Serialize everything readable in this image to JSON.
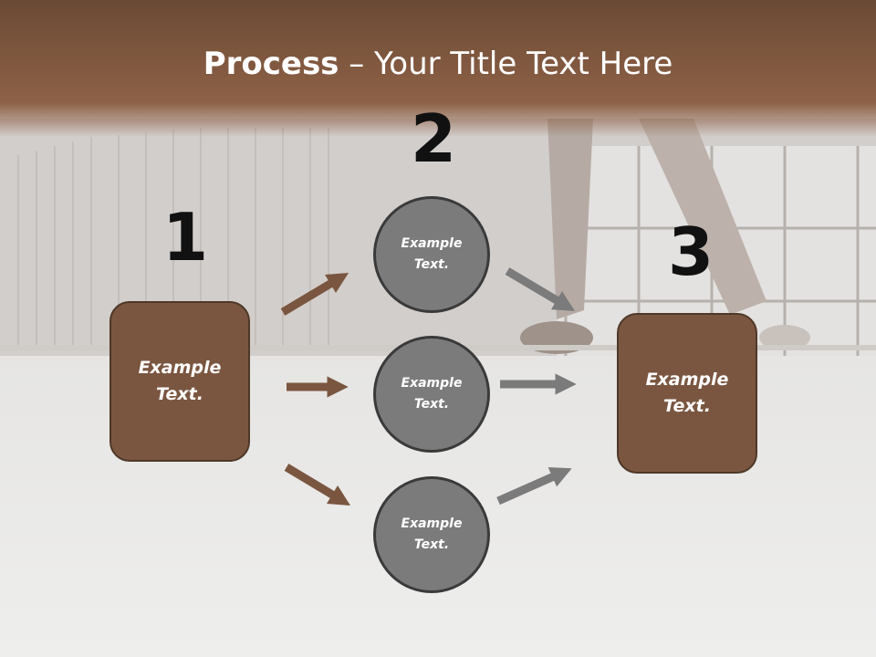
{
  "title": {
    "bold": "Process",
    "rest": " – Your Title Text Here"
  },
  "numbers": [
    "1",
    "2",
    "3"
  ],
  "left_box": {
    "line1": "Example",
    "line2": "Text."
  },
  "right_box": {
    "line1": "Example",
    "line2": "Text."
  },
  "circles": [
    {
      "line1": "Example",
      "line2": "Text."
    },
    {
      "line1": "Example",
      "line2": "Text."
    },
    {
      "line1": "Example",
      "line2": "Text."
    }
  ],
  "colors": {
    "title_bar": "#80583f",
    "box_fill": "#7a5640",
    "circle_fill": "#7b7b7b",
    "arrow_brown": "#7a5640",
    "arrow_gray": "#7b7b7b"
  }
}
